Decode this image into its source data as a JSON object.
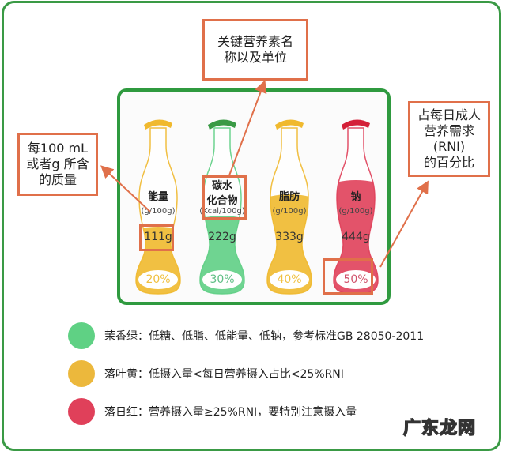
{
  "callouts": {
    "top": [
      "关键营养素名",
      "称以及单位"
    ],
    "left": [
      "每100 mL",
      "或者g 所含",
      "的质量"
    ],
    "right": [
      "占每日成人",
      "营养需求",
      "(RNI)",
      "的百分比"
    ]
  },
  "bottles": [
    {
      "name": "能量",
      "name_lines": [
        "能量"
      ],
      "unit": "(g/100g)",
      "value": "111g",
      "percent": "20%",
      "color": "#f0b92e",
      "cap_color": "#f0b92e",
      "pct_color": "#f0c040",
      "fill_level": 0.32
    },
    {
      "name": "碳水化合物",
      "name_lines": [
        "碳水",
        "化合物"
      ],
      "unit": "(Kcal/100g)",
      "value": "222g",
      "percent": "30%",
      "color": "#5fcf85",
      "cap_color": "#3a9a45",
      "pct_color": "#5fbf85",
      "fill_level": 0.38
    },
    {
      "name": "脂肪",
      "name_lines": [
        "脂肪"
      ],
      "unit": "(g/100g)",
      "value": "333g",
      "percent": "40%",
      "color": "#f0b92e",
      "cap_color": "#f0b92e",
      "pct_color": "#f0c040",
      "fill_level": 0.5
    },
    {
      "name": "钠",
      "name_lines": [
        "钠"
      ],
      "unit": "(g/100g)",
      "value": "444g",
      "percent": "50%",
      "color": "#e0405a",
      "cap_color": "#d42038",
      "pct_color": "#d0506a",
      "fill_level": 0.58
    }
  ],
  "legend": [
    {
      "color": "#5fd184",
      "text": "茉香绿：低糖、低脂、低能量、低钠，参考标准GB 28050-2011"
    },
    {
      "color": "#ecb83c",
      "text": "落叶黄：低摄入量<每日营养摄入占比<25%RNI"
    },
    {
      "color": "#e0405a",
      "text": "落日红：营养摄入量≥25%RNI，要特别注意摄入量"
    }
  ],
  "watermark": "广东龙网",
  "colors": {
    "frame_green": "#3a9a45",
    "callout_orange": "#e0704a"
  }
}
